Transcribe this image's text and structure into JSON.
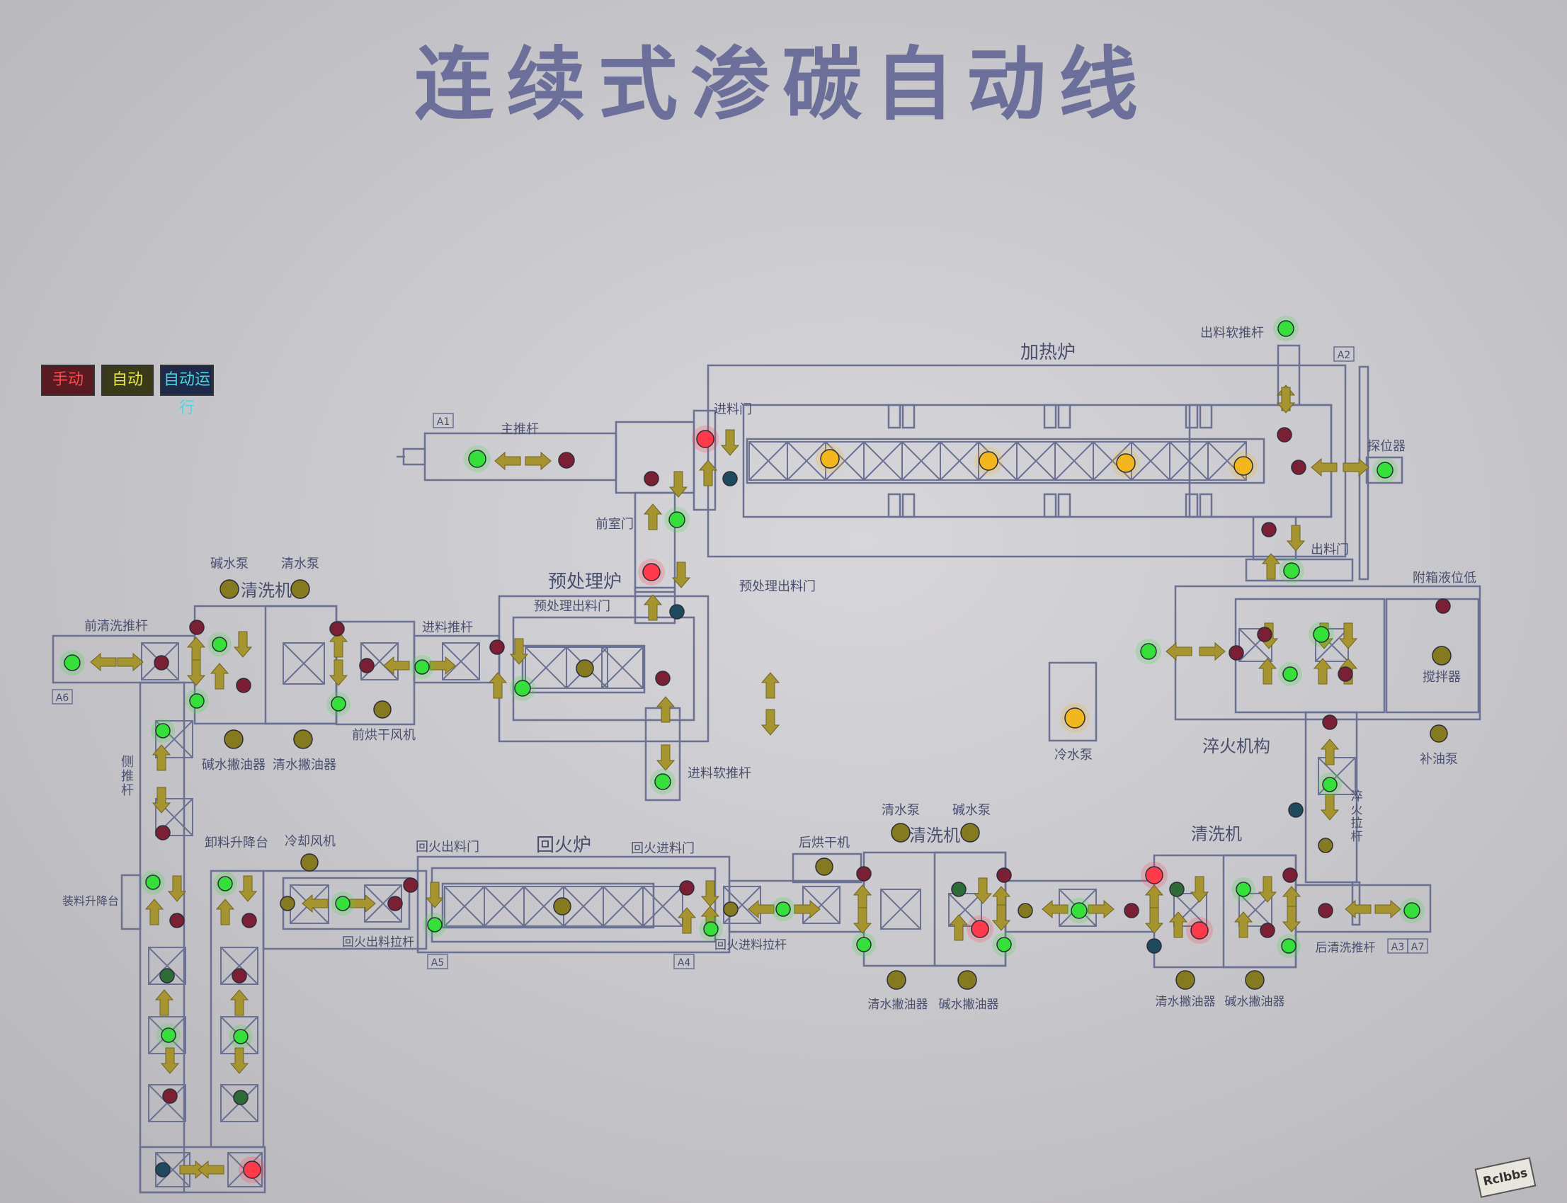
{
  "title": "连续式渗碳自动线",
  "modes": {
    "manual": "手动",
    "auto": "自动",
    "auto_run": "自动运行"
  },
  "sections": {
    "heating_furnace": "加热炉",
    "pretreat_furnace": "预处理炉",
    "temper_furnace": "回火炉",
    "quench": "淬火机构",
    "washer_left": "清洗机",
    "washer_mid": "清洗机",
    "washer_right": "清洗机"
  },
  "labels": {
    "main_pusher": "主推杆",
    "front_door": "前室门",
    "inlet_door_heat": "进料门",
    "outlet_door_heat": "出料门",
    "pretreat_outlet": "预处理出料门",
    "outlet_soft_pusher": "出料软推杆",
    "positioner": "探位器",
    "alkali_pump_l": "碱水泵",
    "clean_pump_l": "清水泵",
    "front_wash_pusher": "前清洗推杆",
    "alkali_oil_sep_l": "碱水撇油器",
    "clean_oil_sep_l": "清水撇油器",
    "inlet_pusher": "进料推杆",
    "front_dry_fan": "前烘干风机",
    "pretreat_inlet_door": "预处理出料门",
    "inlet_soft_pusher": "进料软推杆",
    "aux_tank_low": "附箱液位低",
    "stirrer": "搅拌器",
    "cold_pump": "冷水泵",
    "oil_pump": "补油泵",
    "quench_pusher": "淬火拉杆",
    "side_pusher": "侧推杆",
    "unload_lift": "卸料升降台",
    "cool_fan": "冷却风机",
    "load_lift": "装料升降台",
    "temper_out_door": "回火出料门",
    "temper_in_door": "回火进料门",
    "temper_out_pusher": "回火出料拉杆",
    "temper_in_pusher": "回火进料拉杆",
    "rear_dry_fan": "后烘干机",
    "clean_pump_m": "清水泵",
    "alkali_pump_m": "碱水泵",
    "clean_oil_sep_m": "清水撇油器",
    "alkali_oil_sep_m": "碱水撇油器",
    "clean_oil_sep_r": "清水撇油器",
    "alkali_oil_sep_r": "碱水撇油器",
    "rear_wash_pusher": "后清洗推杆"
  },
  "zones": {
    "A1": "A1",
    "A2": "A2",
    "A3": "A3",
    "A4": "A4",
    "A5": "A5",
    "A6": "A6",
    "A7": "A7"
  },
  "watermark": "Rclbbs",
  "colors": {
    "line": "#6b7193",
    "text": "#4a4f6e",
    "title": "#6c6f9a",
    "arrow": "#a5942f",
    "lamp_green": "#36e03a",
    "lamp_red": "#ff3a4a",
    "lamp_yellow": "#f2b71f",
    "lamp_dark_red": "#7a1f34",
    "lamp_dark_green": "#2f6b36",
    "lamp_dark_blue": "#1f4a5e",
    "lamp_olive": "#857a1f"
  },
  "lamps": [
    {
      "id": "main-pusher-l",
      "state": "green"
    },
    {
      "id": "main-pusher-r",
      "state": "dark-red"
    },
    {
      "id": "inlet-door-top",
      "state": "red"
    },
    {
      "id": "inlet-door-low",
      "state": "dark-blue"
    },
    {
      "id": "front-door-l",
      "state": "dark-red"
    },
    {
      "id": "front-door-r",
      "state": "green"
    },
    {
      "id": "pretreat-out-1",
      "state": "red"
    },
    {
      "id": "pretreat-out-2",
      "state": "dark-blue"
    },
    {
      "id": "heat-1",
      "state": "yellow"
    },
    {
      "id": "heat-2",
      "state": "yellow"
    },
    {
      "id": "heat-3",
      "state": "yellow"
    },
    {
      "id": "heat-4",
      "state": "yellow"
    },
    {
      "id": "outlet-soft-pusher",
      "state": "green"
    },
    {
      "id": "positioner",
      "state": "green"
    },
    {
      "id": "quench-green",
      "state": "green"
    },
    {
      "id": "cold-pump",
      "state": "yellow"
    },
    {
      "id": "side-bottom",
      "state": "red"
    },
    {
      "id": "wash-right-top",
      "state": "red"
    },
    {
      "id": "wash-right-a",
      "state": "red"
    },
    {
      "id": "wash-mid-a",
      "state": "red"
    }
  ]
}
